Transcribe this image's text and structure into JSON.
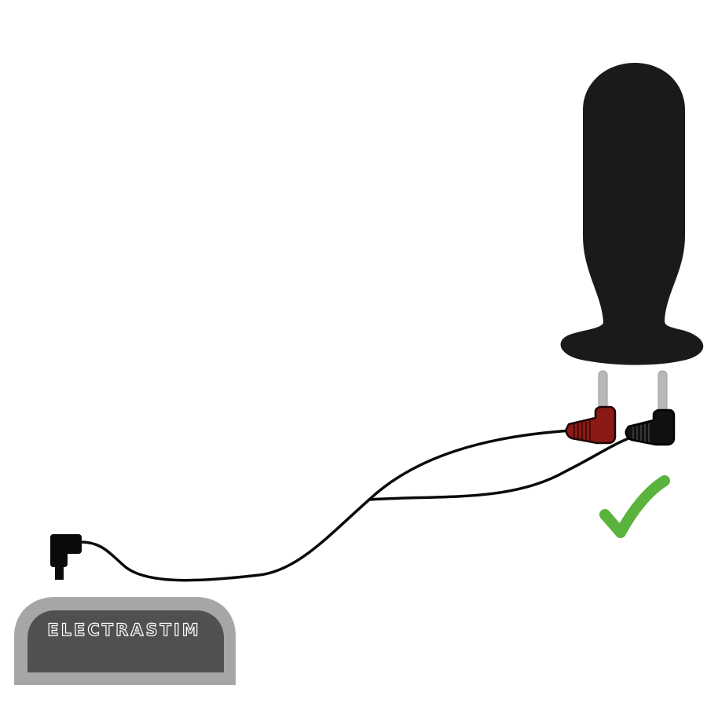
{
  "illustration": {
    "subject": "Electrode plug connected via split cable to stim unit",
    "control_box": {
      "brand_label": "ELECTRASTIM",
      "outer_color": "#a6a6a6",
      "inner_color": "#505050",
      "text_stroke_color": "#ffffff"
    },
    "electrode_plug": {
      "color": "#1a1a1a"
    },
    "connectors": {
      "red_plug_color": "#8b1a14",
      "black_plug_color": "#111111",
      "pin_color": "#b8b8b8"
    },
    "status": {
      "icon": "check-mark-icon",
      "color": "#5ab33c",
      "meaning": "correct connection"
    }
  }
}
